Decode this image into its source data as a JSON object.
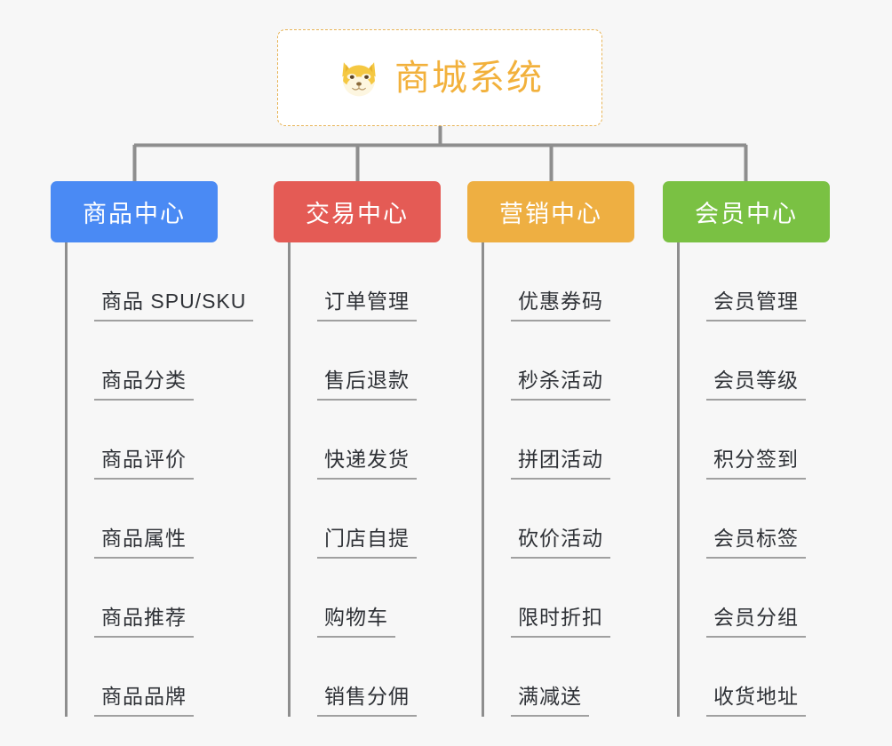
{
  "root": {
    "title": "商城系统",
    "icon": "shiba-dog-face-icon",
    "text_color": "#f2b13c",
    "border_color": "#e8b457",
    "background": "#ffffff"
  },
  "canvas": {
    "background": "#f7f7f7",
    "connector_color": "#8e8e8e"
  },
  "branches": [
    {
      "label": "商品中心",
      "color": "#4a8af4",
      "items": [
        "商品 SPU/SKU",
        "商品分类",
        "商品评价",
        "商品属性",
        "商品推荐",
        "商品品牌"
      ]
    },
    {
      "label": "交易中心",
      "color": "#e45b55",
      "items": [
        "订单管理",
        "售后退款",
        "快递发货",
        "门店自提",
        "购物车",
        "销售分佣"
      ]
    },
    {
      "label": "营销中心",
      "color": "#eeaf42",
      "items": [
        "优惠券码",
        "秒杀活动",
        "拼团活动",
        "砍价活动",
        "限时折扣",
        "满减送"
      ]
    },
    {
      "label": "会员中心",
      "color": "#7ac143",
      "items": [
        "会员管理",
        "会员等级",
        "积分签到",
        "会员标签",
        "会员分组",
        "收货地址"
      ]
    }
  ]
}
